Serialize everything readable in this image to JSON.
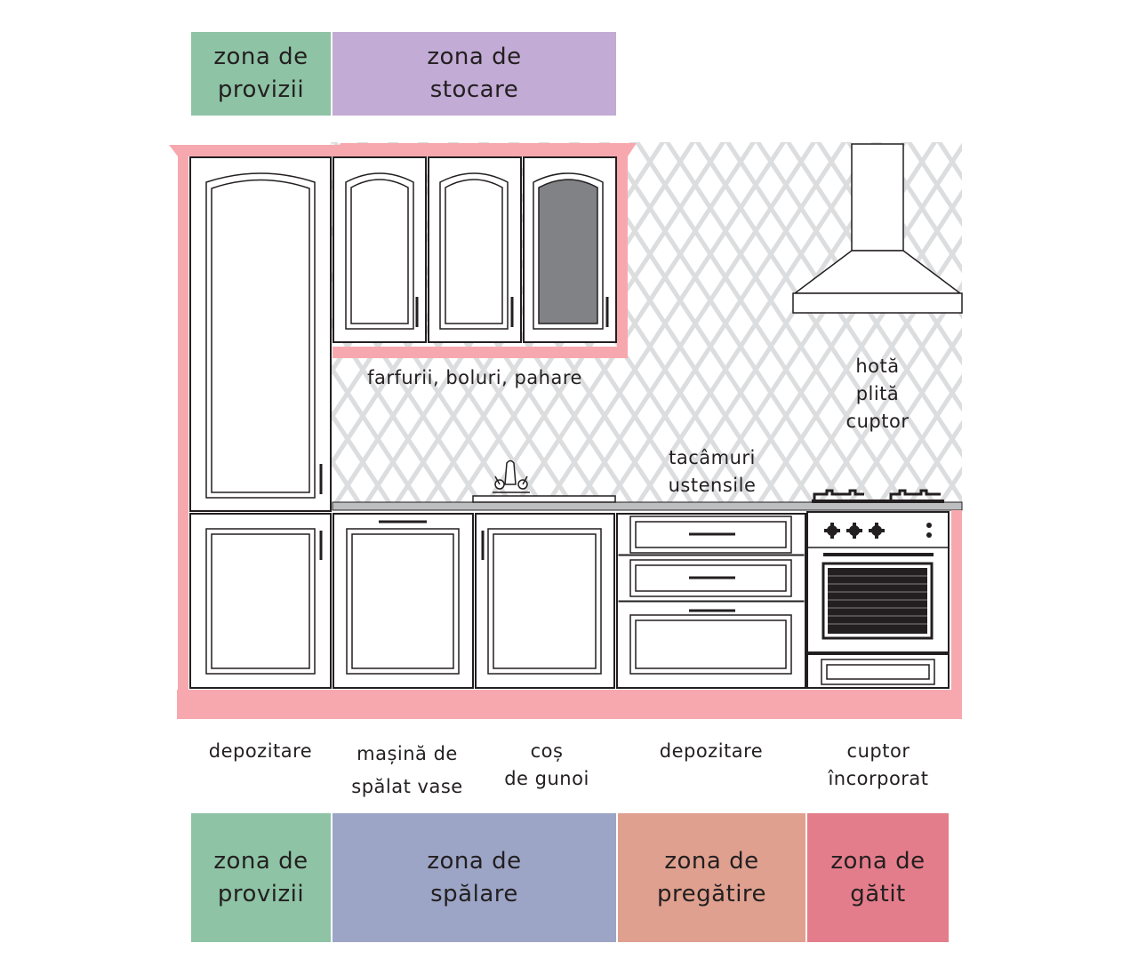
{
  "colors": {
    "provizii": "#8ec3a5",
    "stocare": "#c2abd4",
    "spalare": "#9ca5c6",
    "pregatire": "#dfa08f",
    "gatit": "#e47d8b",
    "cabinet_frame": "#f7a8ae",
    "countertop": "#bdbec0",
    "glass": "#808285",
    "wall_pattern": "#e3e4e5"
  },
  "top_zones": {
    "provizii": [
      "zona de",
      "provizii"
    ],
    "stocare": [
      "zona de",
      "stocare"
    ]
  },
  "bottom_zones": {
    "provizii": [
      "zona de",
      "provizii"
    ],
    "spalare": [
      "zona de",
      "spălare"
    ],
    "pregatire": [
      "zona de",
      "pregătire"
    ],
    "gatit": [
      "zona de",
      "gătit"
    ]
  },
  "labels": {
    "dishes": [
      "farfurii, boluri, pahare"
    ],
    "appliances": [
      "hotă",
      "plită",
      "cuptor"
    ],
    "utensils": [
      "tacâmuri",
      "ustensile"
    ],
    "storage_left": [
      "depozitare"
    ],
    "dishwasher": [
      "mașină de",
      "spălat vase"
    ],
    "trash": [
      "coș",
      "de gunoi"
    ],
    "storage_mid": [
      "depozitare"
    ],
    "oven": [
      "cuptor",
      "încorporat"
    ]
  },
  "icons": {
    "tall_cabinet": "pantry-cabinet-icon",
    "wall_cabinets": "wall-cabinet-icon",
    "hood": "range-hood-icon",
    "faucet": "faucet-icon",
    "cooktop": "cooktop-icon",
    "oven": "oven-icon",
    "drawers": "drawer-icon"
  }
}
